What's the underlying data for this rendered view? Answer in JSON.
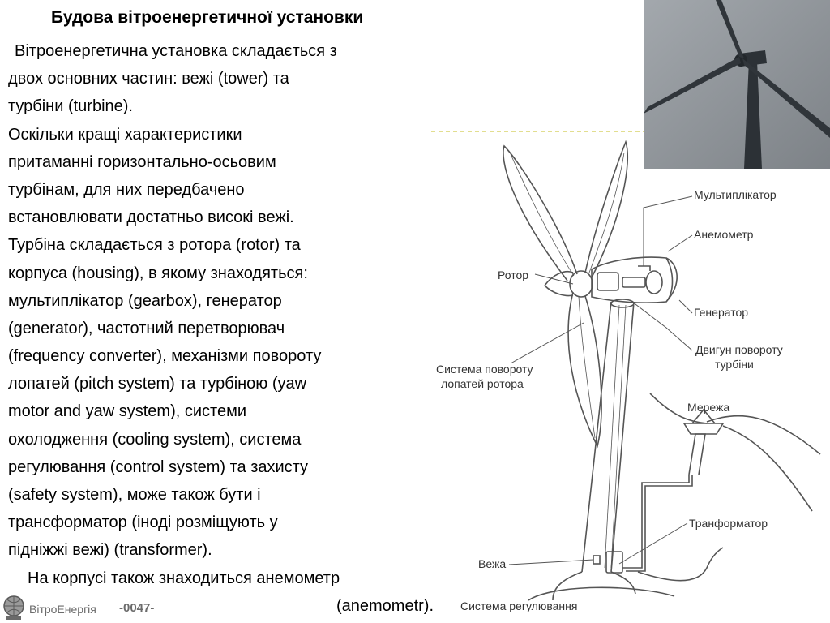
{
  "title": "Будова вітроенергетичної установки",
  "body_lines": [
    "Вітроенергетична установка складається з",
    "двох основних частин: вежі (tower) та",
    "турбіни (turbine).",
    "Оскільки кращі характеристики",
    "притаманні горизонтально-осьовим",
    "турбінам, для них передбачено",
    "встановлювати достатньо високі вежі.",
    "Турбіна складається з ротора (rotor) та",
    "корпуса (housing), в якому знаходяться:",
    "мультиплікатор (gearbox), генератор",
    "(generator), частотний перетворювач",
    "(frequency converter), механізми повороту",
    "лопатей (pitch system) та турбіною (yaw",
    "motor and yaw system), системи",
    "охолодження (cooling system), система",
    "регулювання (control system) та захисту",
    "(safety system), може також бути і",
    "трансформатор (іноді розміщують у",
    "підніжжі вежі) (transformer).",
    "На корпусі також знаходиться анемометр",
    "(anemometr)."
  ],
  "diagram": {
    "labels": {
      "multiplier": "Мультиплікатор",
      "anemometer": "Анемометр",
      "rotor": "Ротор",
      "generator": "Генератор",
      "yaw_motor_1": "Двигун повороту",
      "yaw_motor_2": "турбіни",
      "pitch_1": "Система повороту",
      "pitch_2": "лопатей ротора",
      "grid": "Мережа",
      "transformer": "Транформатор",
      "tower": "Вежа",
      "control": "Система регулювання"
    }
  },
  "footer": {
    "brand": "ВітроЕнергія",
    "code": "-0047-"
  },
  "colors": {
    "sky": "#8e9398",
    "turbine_dark": "#2c3136",
    "diagram_line": "#555555",
    "dash": "#d8d46a",
    "footer_text": "#6b6b6b"
  }
}
